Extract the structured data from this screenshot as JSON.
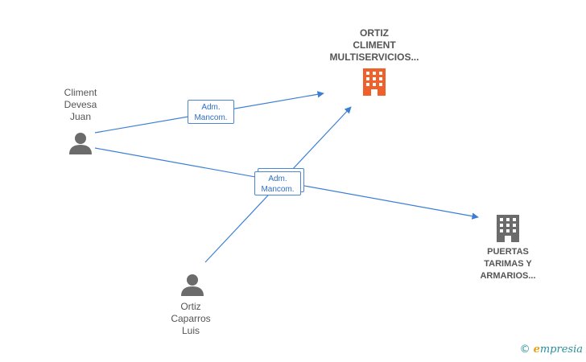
{
  "nodes": {
    "person_climent": {
      "label": "Climent\nDevesa\nJuan",
      "icon": "person-icon"
    },
    "person_ortiz": {
      "label": "Ortiz\nCaparros\nLuis",
      "icon": "person-icon"
    },
    "company_ortiz": {
      "label": "ORTIZ\nCLIMENT\nMULTISERVICIOS...",
      "icon": "building-icon",
      "color": "#f0602a"
    },
    "company_puertas": {
      "label": "PUERTAS\nTARIMAS Y\nARMARIOS...",
      "icon": "building-icon",
      "color": "#6b6b6b"
    }
  },
  "edges": {
    "role_top": "Adm.\nMancom.",
    "role_center": "Adm.\nMancom."
  },
  "colors": {
    "edge": "#3a7fd5",
    "person": "#6b6b6b"
  },
  "brand": {
    "copyright": "©",
    "e": "e",
    "rest": "mpresia"
  }
}
